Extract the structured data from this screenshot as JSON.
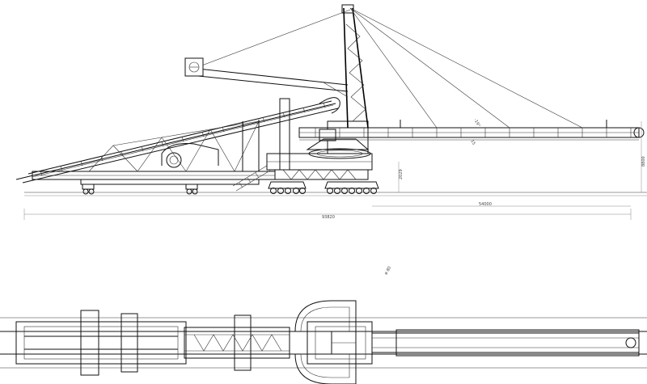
{
  "drawing": {
    "side_view": {
      "dimensions": {
        "total_length": "93820",
        "boom_length": "54000",
        "rail_height": "2029",
        "overall_height": "8800",
        "note_left": "-19°",
        "note_right": "15"
      }
    },
    "plan_view": {
      "note": "ø 80"
    }
  }
}
